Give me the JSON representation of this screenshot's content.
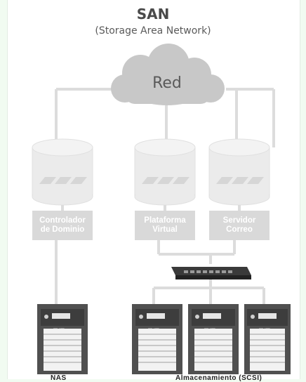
{
  "title": "SAN",
  "subtitle": "(Storage Area Network)",
  "cloud": {
    "label": "Red"
  },
  "nodes": [
    {
      "label": "Controlador\nde Dominio"
    },
    {
      "label": "Plataforma\nVirtual"
    },
    {
      "label": "Servidor\nCorreo"
    }
  ],
  "colors": {
    "line": "#dcdcdc",
    "cloud": "#c8c8c8",
    "cylinder": "#e7e7e7",
    "label_box": "#d9d9d9",
    "server": "#505050",
    "switch": "#3a3a3a"
  },
  "server_tag": "— ·—",
  "bottom": {
    "left": "NAS",
    "right": "Almacenamiento (SCSI)"
  }
}
